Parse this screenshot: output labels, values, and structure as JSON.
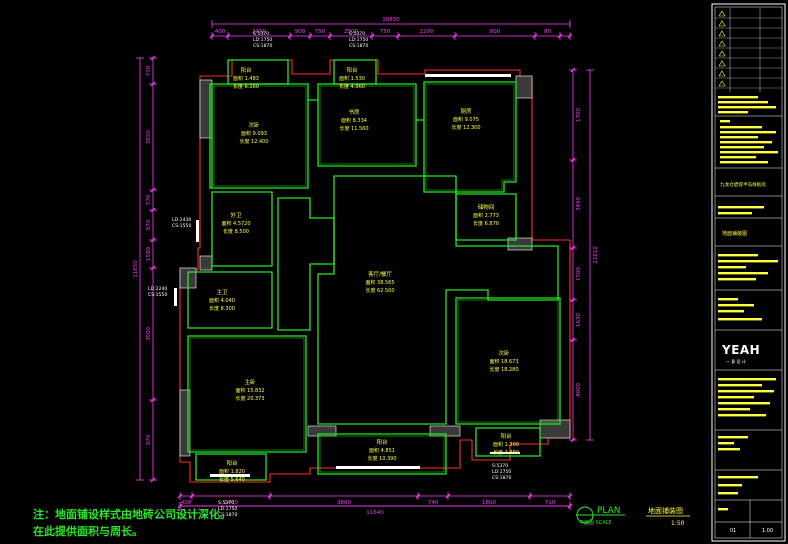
{
  "top_dims": {
    "overall": "10830",
    "segments": [
      "400",
      "2450",
      "900",
      "750",
      "2500",
      "750",
      "2200",
      "800",
      "80"
    ]
  },
  "bottom_dims": {
    "overall": "11640",
    "segments": [
      "400",
      "1400",
      "3800",
      "740",
      "1800",
      "710"
    ]
  },
  "left_dims": {
    "segments": [
      "770",
      "3650",
      "770",
      "870",
      "1580",
      "3500",
      "970"
    ],
    "overall": "11650"
  },
  "right_dims": {
    "segments": [
      "1700",
      "3490",
      "1500",
      "1630",
      "4000"
    ],
    "overall": "11610"
  },
  "window_tags": [
    {
      "lines": [
        "S:5370",
        "LD:1750",
        "CS:1870"
      ]
    },
    {
      "lines": [
        "S:5370",
        "LD:1750",
        "CS:1870"
      ]
    },
    {
      "lines": [
        "S:5370",
        "LD:1750",
        "CS:1870"
      ]
    },
    {
      "lines": [
        "LD:2430",
        "CS:1550"
      ]
    },
    {
      "lines": [
        "LD:2240",
        "CS:1550"
      ]
    },
    {
      "lines": [
        "S:5370",
        "LD:1750",
        "CS:1870"
      ]
    }
  ],
  "rooms": [
    {
      "name": "阳台",
      "area": "面积 1.483",
      "perim": "长度 6.160"
    },
    {
      "name": "阳台",
      "area": "面积 1.530",
      "perim": "长度 4.960"
    },
    {
      "name": "次卧",
      "area": "面积 9.093",
      "perim": "长度 12.400"
    },
    {
      "name": "书房",
      "area": "面积 8.334",
      "perim": "长度 11.560"
    },
    {
      "name": "厨房",
      "area": "面积 9.075",
      "perim": "长度 12.300"
    },
    {
      "name": "外卫",
      "area": "面积 4.5720",
      "perim": "长度 8.500"
    },
    {
      "name": "储物间",
      "area": "面积 2.773",
      "perim": "长度 6.870"
    },
    {
      "name": "客厅/餐厅",
      "area": "面积 38.565",
      "perim": "长度 62.500"
    },
    {
      "name": "主卫",
      "area": "面积 4.040",
      "perim": "长度 8.300"
    },
    {
      "name": "主卧",
      "area": "面积 15.832",
      "perim": "长度 20.373"
    },
    {
      "name": "次卧",
      "area": "面积 18.673",
      "perim": "长度 18.280"
    },
    {
      "name": "阳台",
      "area": "面积 4.851",
      "perim": "长度 10.390"
    },
    {
      "name": "阳台",
      "area": "面积 1.300",
      "perim": "长度 4.880"
    },
    {
      "name": "阳台",
      "area": "面积 1.820",
      "perim": "长度 5.640"
    }
  ],
  "plan_label": {
    "title": "PLAN",
    "sub": "平面图 SCALE",
    "name": "地面铺装图",
    "scale": "1:50"
  },
  "notes": {
    "line1": "注：地面铺设样式由地砖公司设计深化。",
    "line2": "在此提供面积与周长。"
  },
  "title_block": {
    "project_name": "九龙仓碧堤半岛样板房",
    "drawing_name": "地面铺装图",
    "logo": "YEAH",
    "logo_sub": "一 意 设 计",
    "sheet_left": "01",
    "sheet_right": "1.00"
  },
  "colors": {
    "wall": "#27e627",
    "outline": "#ff2a2a",
    "dim": "#ff3bff",
    "text": "#ffff3c",
    "frame": "#ffffff"
  }
}
